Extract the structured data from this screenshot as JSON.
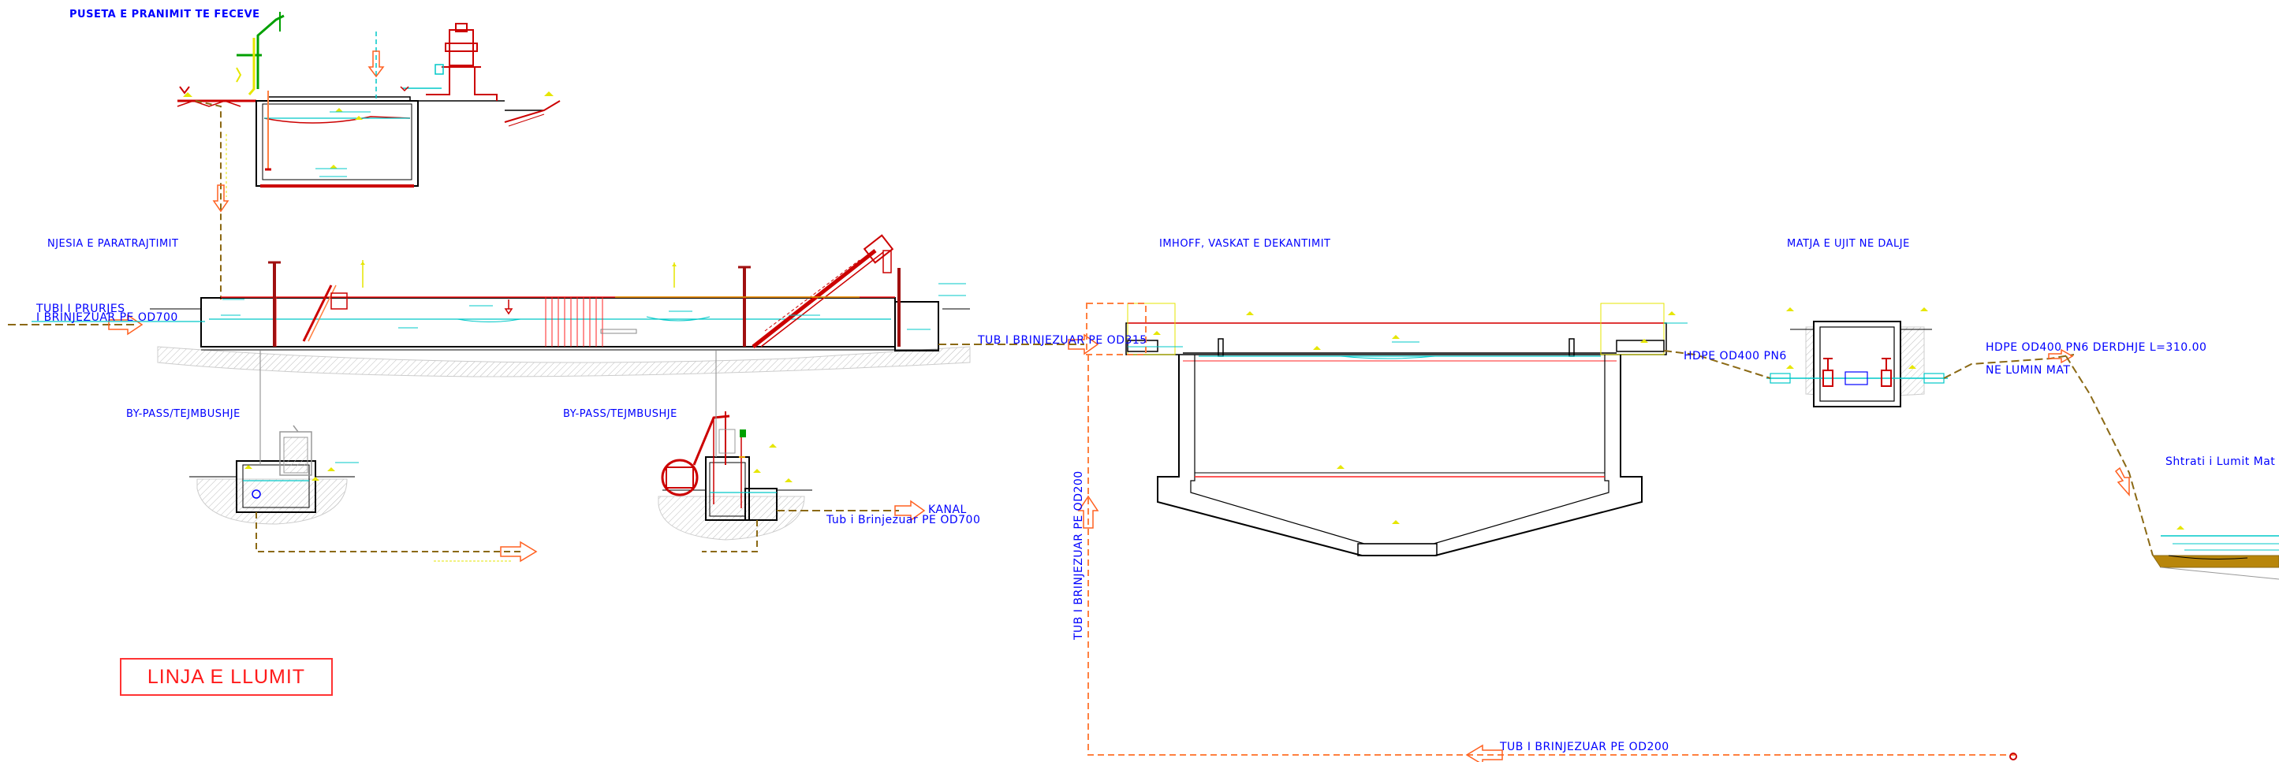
{
  "labels": {
    "puseta": "PUSETA E PRANIMIT TE FECEVE",
    "njesia": "NJESIA E PARATRAJTIMIT",
    "imhoff": "IMHOFF, VASKAT E DEKANTIMIT",
    "matja": "MATJA E UJIT NE DALJE",
    "bypass_left": "BY-PASS/TEJMBUSHJE",
    "bypass_right": "BY-PASS/TEJMBUSHJE",
    "tubi_prurjes_1": "TUBI I PRURJES",
    "tubi_prurjes_2": "I BRINJEZUAR PE OD700",
    "tub_od315": "TUB I BRINJEZUAR PE OD315",
    "hdpe_pn6": "HDPE OD400 PN6",
    "hdpe_derdhje": "HDPE OD400 PN6 DERDHJE L=310.00",
    "ne_lumin": "NE LUMIN MAT",
    "shtrati": "Shtrati i Lumit Mat",
    "kanal": "KANAL",
    "tub_od700": "Tub i Brinjezuar PE OD700",
    "tub_od200_vertical": "TUB I BRINJEZUAR PE OD200",
    "tub_od200_bottom": "TUB I BRINJEZUAR PE OD200",
    "linja_llumit": "LINJA E LLUMIT"
  },
  "colors": {
    "drawing_blue": "#0000ff",
    "pipe_brown": "#8b6914",
    "water_cyan": "#00c8c8",
    "equipment_red": "#cc0000",
    "arrow_orange": "#ff8040",
    "elevation_yellow": "#e6e600",
    "legend_red": "#ff3333"
  }
}
